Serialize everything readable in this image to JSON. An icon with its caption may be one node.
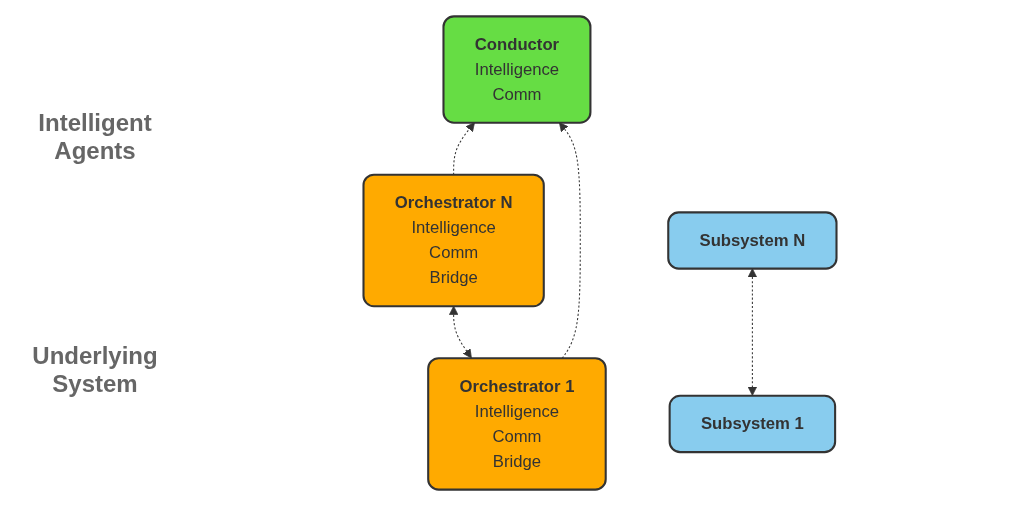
{
  "diagram": {
    "nodes": [
      {
        "text": [
          "Conductor",
          "Intelligence",
          "Comm"
        ]
      },
      {
        "text": [
          "Orchestrator 1",
          "Intelligence",
          "Comm",
          "Bridge"
        ]
      },
      {
        "text": [
          "Orchestrator N",
          "Intelligence",
          "Comm",
          "Bridge"
        ]
      },
      {
        "text": [
          "Subsystem 1"
        ]
      },
      {
        "text": [
          "Subsystem N"
        ]
      }
    ],
    "edges": [
      {
        "from": 1,
        "to": 2,
        "arrow": "both",
        "style": "dashed"
      },
      {
        "from": 1,
        "to": 0,
        "arrow": "to",
        "style": "dashed"
      },
      {
        "from": 2,
        "to": 0,
        "arrow": "to",
        "style": "dashed"
      },
      {
        "from": 3,
        "to": 4,
        "arrow": "both",
        "style": "dashed"
      }
    ],
    "labels": [
      "Intelligent Agents",
      "Underlying System"
    ]
  }
}
